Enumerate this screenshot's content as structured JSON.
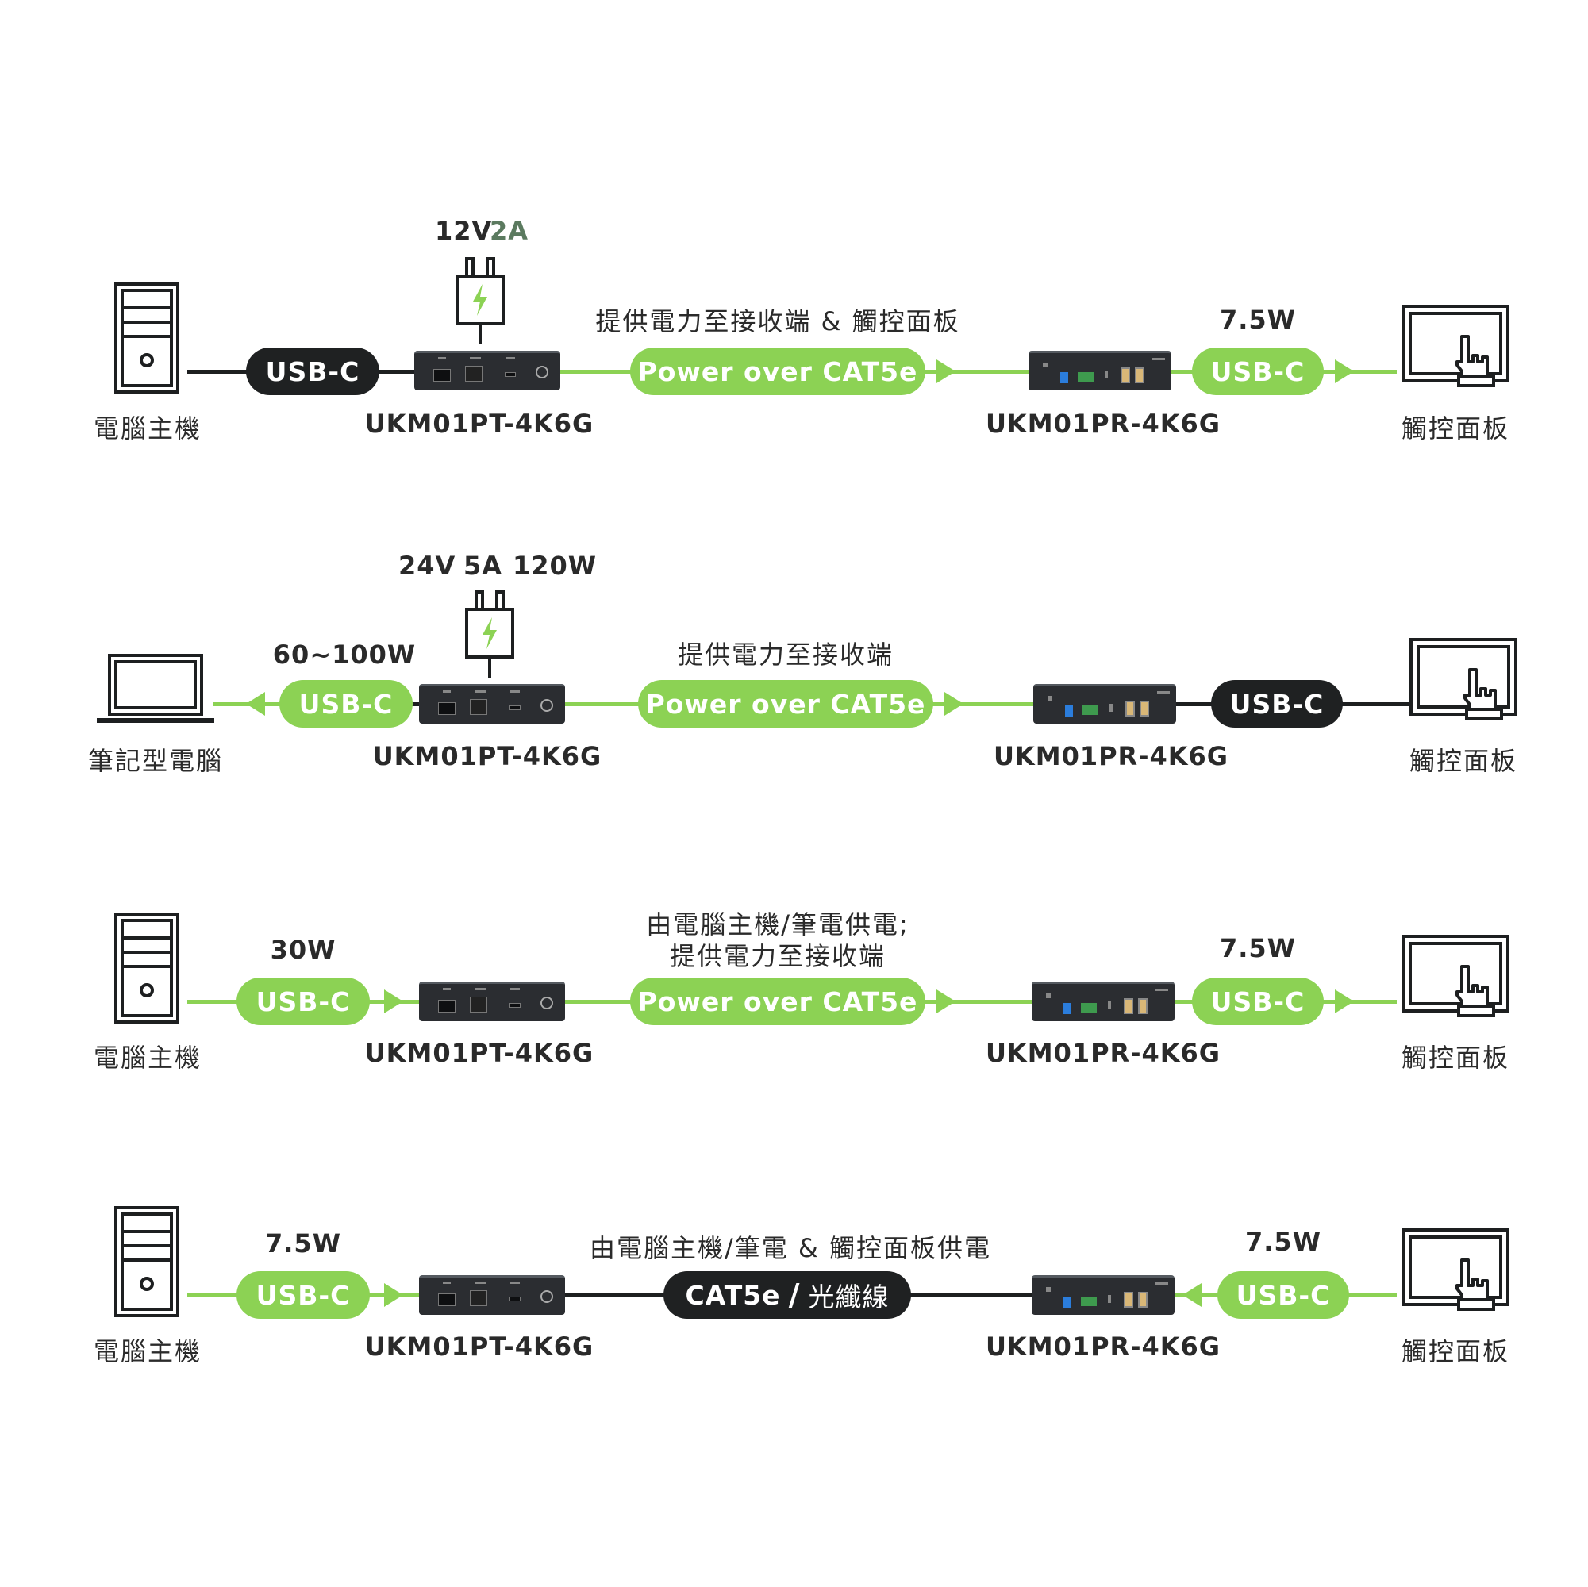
{
  "colors": {
    "green": "#8cd254",
    "dark": "#1f2122",
    "text": "#2a2a2a",
    "accent_2a": "#5b7a5f"
  },
  "rows": [
    {
      "power": {
        "v": "12V",
        "a": "2A"
      },
      "description": "提供電力至接收端 & 觸控面板",
      "source_label": "電腦主機",
      "left_cable": "USB-C",
      "tx_label": "UKM01PT-4K6G",
      "middle": "Power over CAT5e",
      "rx_label": "UKM01PR-4K6G",
      "right_power": "7.5W",
      "right_cable": "USB-C",
      "sink_label": "觸控面板"
    },
    {
      "power": {
        "v": "24V",
        "a": "5A",
        "w": "120W"
      },
      "description": "提供電力至接收端",
      "source_label": "筆記型電腦",
      "left_power": "60~100W",
      "left_cable": "USB-C",
      "tx_label": "UKM01PT-4K6G",
      "middle": "Power over CAT5e",
      "rx_label": "UKM01PR-4K6G",
      "right_cable": "USB-C",
      "sink_label": "觸控面板"
    },
    {
      "description_line1": "由電腦主機/筆電供電;",
      "description_line2": "提供電力至接收端",
      "source_label": "電腦主機",
      "left_power": "30W",
      "left_cable": "USB-C",
      "tx_label": "UKM01PT-4K6G",
      "middle": "Power over CAT5e",
      "rx_label": "UKM01PR-4K6G",
      "right_power": "7.5W",
      "right_cable": "USB-C",
      "sink_label": "觸控面板"
    },
    {
      "description": "由電腦主機/筆電 & 觸控面板供電",
      "source_label": "電腦主機",
      "left_power": "7.5W",
      "left_cable": "USB-C",
      "tx_label": "UKM01PT-4K6G",
      "middle_a": "CAT5e",
      "middle_sep": "/",
      "middle_b": "光纖線",
      "rx_label": "UKM01PR-4K6G",
      "right_power": "7.5W",
      "right_cable": "USB-C",
      "sink_label": "觸控面板"
    }
  ]
}
